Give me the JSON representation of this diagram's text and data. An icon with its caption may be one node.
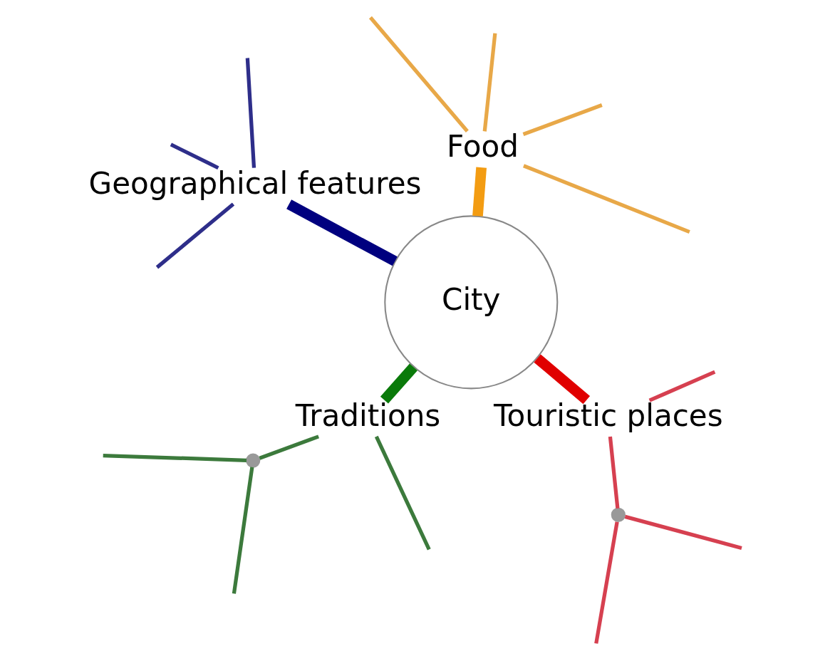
{
  "diagram": {
    "nodes": [
      {
        "text": [
          "City"
        ]
      },
      {
        "text": [
          "Food"
        ]
      },
      {
        "text": [
          "Geographical features"
        ]
      },
      {
        "text": [
          "Traditions"
        ]
      },
      {
        "text": [
          "Touristic places"
        ]
      },
      {
        "text": [],
        "shape": "point"
      },
      {
        "text": [],
        "shape": "point"
      }
    ],
    "edges": [
      {
        "from": 0,
        "to": 1,
        "arrow": "none",
        "style": "thick",
        "color": "#f39c12"
      },
      {
        "from": 0,
        "to": 2,
        "arrow": "none",
        "style": "thick",
        "color": "#00007f"
      },
      {
        "from": 0,
        "to": 3,
        "arrow": "none",
        "style": "thick",
        "color": "#0a7a0a"
      },
      {
        "from": 0,
        "to": 4,
        "arrow": "none",
        "style": "thick",
        "color": "#e00000"
      },
      {
        "from": 1,
        "to": null,
        "arrow": "none",
        "color": "#e8a848"
      },
      {
        "from": 1,
        "to": null,
        "arrow": "none",
        "color": "#e8a848"
      },
      {
        "from": 1,
        "to": null,
        "arrow": "none",
        "color": "#e8a848"
      },
      {
        "from": 1,
        "to": null,
        "arrow": "none",
        "color": "#e8a848"
      },
      {
        "from": 2,
        "to": null,
        "arrow": "none",
        "color": "#2e2e8a"
      },
      {
        "from": 2,
        "to": null,
        "arrow": "none",
        "color": "#2e2e8a"
      },
      {
        "from": 2,
        "to": null,
        "arrow": "none",
        "color": "#2e2e8a"
      },
      {
        "from": 3,
        "to": null,
        "arrow": "none",
        "color": "#3c7a3c"
      },
      {
        "from": 3,
        "to": 5,
        "arrow": "none",
        "color": "#3c7a3c"
      },
      {
        "from": 5,
        "to": null,
        "arrow": "none",
        "color": "#3c7a3c"
      },
      {
        "from": 5,
        "to": null,
        "arrow": "none",
        "color": "#3c7a3c"
      },
      {
        "from": 4,
        "to": 6,
        "arrow": "none",
        "color": "#d64050"
      },
      {
        "from": 4,
        "to": null,
        "arrow": "none",
        "color": "#d64050"
      },
      {
        "from": 6,
        "to": null,
        "arrow": "none",
        "color": "#d64050"
      },
      {
        "from": 6,
        "to": null,
        "arrow": "none",
        "color": "#d64050"
      }
    ]
  }
}
